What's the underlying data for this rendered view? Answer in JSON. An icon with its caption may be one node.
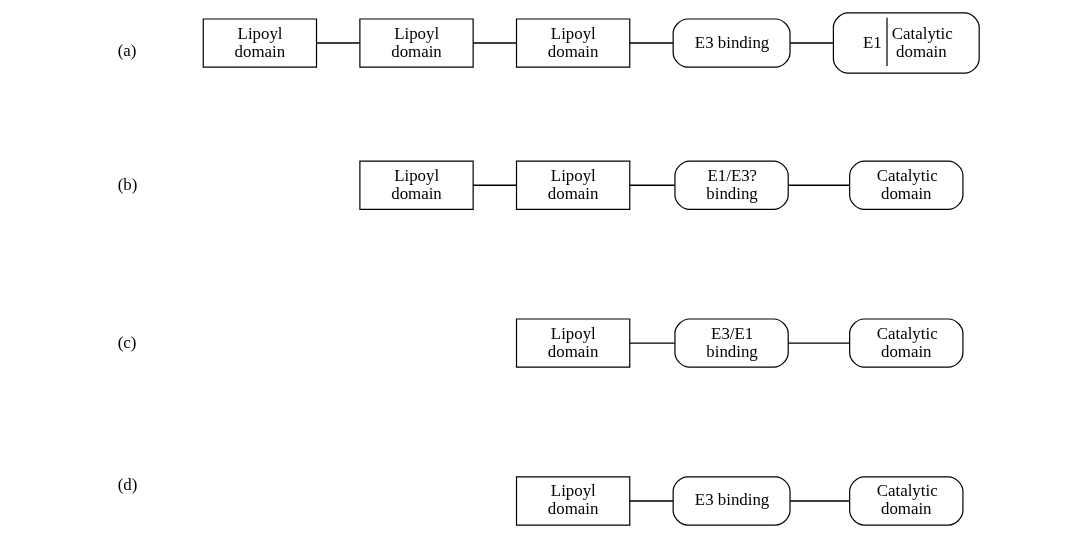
{
  "diagram": {
    "nodes": [
      {
        "text": [
          "Lipoyl domain"
        ]
      },
      {
        "text": [
          "Lipoyl domain"
        ]
      },
      {
        "text": [
          "Lipoyl domain"
        ]
      },
      {
        "text": [
          "E3 binding"
        ]
      },
      {
        "text": [
          "E1",
          "Catalytic domain"
        ]
      },
      {
        "text": [
          "Lipoyl domain"
        ]
      },
      {
        "text": [
          "Lipoyl domain"
        ]
      },
      {
        "text": [
          "E1/E3? binding"
        ]
      },
      {
        "text": [
          "Catalytic domain"
        ]
      },
      {
        "text": [
          "Lipoyl domain"
        ]
      },
      {
        "text": [
          "E3/E1 binding"
        ]
      },
      {
        "text": [
          "Catalytic domain"
        ]
      },
      {
        "text": [
          "Lipoyl domain"
        ]
      },
      {
        "text": [
          "E3 binding"
        ]
      },
      {
        "text": [
          "Catalytic domain"
        ]
      }
    ],
    "edges": [
      {
        "from": 0,
        "to": 1,
        "arrow": "none"
      },
      {
        "from": 1,
        "to": 2,
        "arrow": "none"
      },
      {
        "from": 2,
        "to": 3,
        "arrow": "none"
      },
      {
        "from": 3,
        "to": 4,
        "arrow": "none"
      },
      {
        "from": 5,
        "to": 6,
        "arrow": "none"
      },
      {
        "from": 6,
        "to": 7,
        "arrow": "none"
      },
      {
        "from": 7,
        "to": 8,
        "arrow": "none"
      },
      {
        "from": 9,
        "to": 10,
        "arrow": "none"
      },
      {
        "from": 10,
        "to": 11,
        "arrow": "none"
      },
      {
        "from": 12,
        "to": 13,
        "arrow": "none"
      },
      {
        "from": 13,
        "to": 14,
        "arrow": "none"
      }
    ],
    "labels": [
      "(a)",
      "(b)",
      "(c)",
      "(d)"
    ]
  }
}
